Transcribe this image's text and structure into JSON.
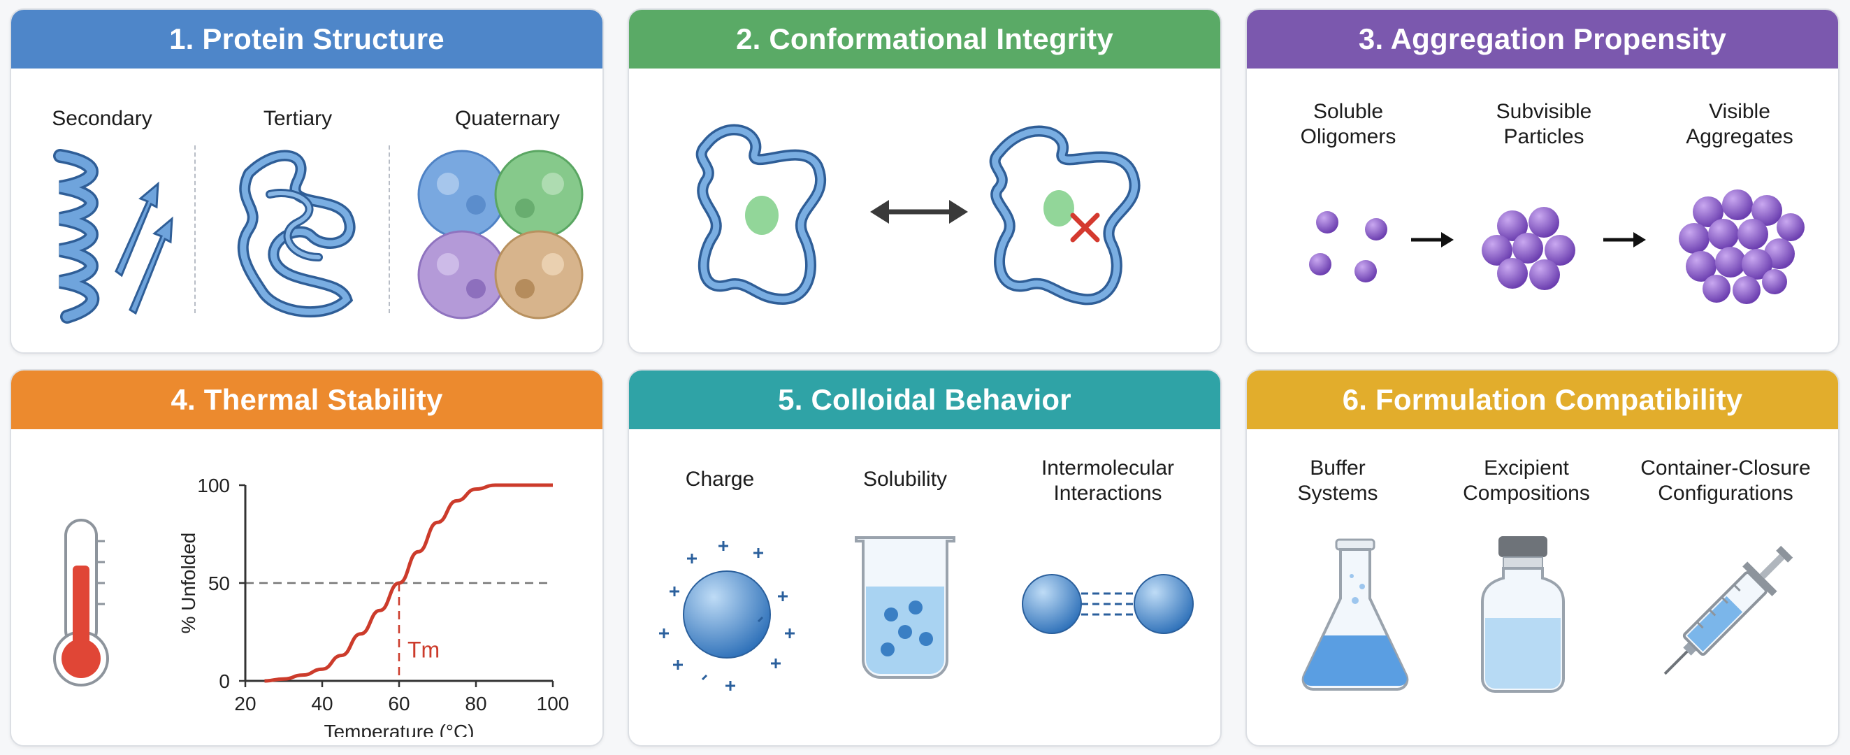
{
  "panels": {
    "p1": {
      "title": "1. Protein Structure",
      "color": "#4e86c9",
      "labels": [
        "Secondary",
        "Tertiary",
        "Quaternary"
      ]
    },
    "p2": {
      "title": "2. Conformational Integrity",
      "color": "#5aaa66"
    },
    "p3": {
      "title": "3. Aggregation Propensity",
      "color": "#7b58ae",
      "labels": [
        {
          "l1": "Soluble",
          "l2": "Oligomers"
        },
        {
          "l1": "Subvisible",
          "l2": "Particles"
        },
        {
          "l1": "Visible",
          "l2": "Aggregates"
        }
      ]
    },
    "p4": {
      "title": "4. Thermal Stability",
      "color": "#ec8a2e"
    },
    "p5": {
      "title": "5. Colloidal Behavior",
      "color": "#2fa3a6",
      "labels": [
        {
          "l1": "Charge",
          "l2": ""
        },
        {
          "l1": "Solubility",
          "l2": ""
        },
        {
          "l1": "Intermolecular",
          "l2": "Interactions"
        }
      ]
    },
    "p6": {
      "title": "6. Formulation Compatibility",
      "color": "#e2ad2c",
      "labels": [
        {
          "l1": "Buffer",
          "l2": "Systems"
        },
        {
          "l1": "Excipient",
          "l2": "Compositions"
        },
        {
          "l1": "Container-Closure",
          "l2": "Configurations"
        }
      ]
    }
  },
  "chart_data": {
    "type": "line",
    "xlabel": "Temperature (°C)",
    "ylabel": "% Unfolded",
    "xlim": [
      20,
      100
    ],
    "ylim": [
      0,
      100
    ],
    "xticks": [
      20,
      40,
      60,
      80,
      100
    ],
    "yticks": [
      0,
      50,
      100
    ],
    "annotation": "Tm",
    "tm": 60,
    "x": [
      25,
      30,
      35,
      40,
      45,
      50,
      55,
      60,
      65,
      70,
      75,
      80,
      85,
      90,
      95,
      100
    ],
    "y": [
      0,
      1,
      3,
      6,
      13,
      24,
      36,
      50,
      66,
      81,
      92,
      98,
      100,
      100,
      100,
      100
    ],
    "curve_color": "#cc3b2b"
  }
}
